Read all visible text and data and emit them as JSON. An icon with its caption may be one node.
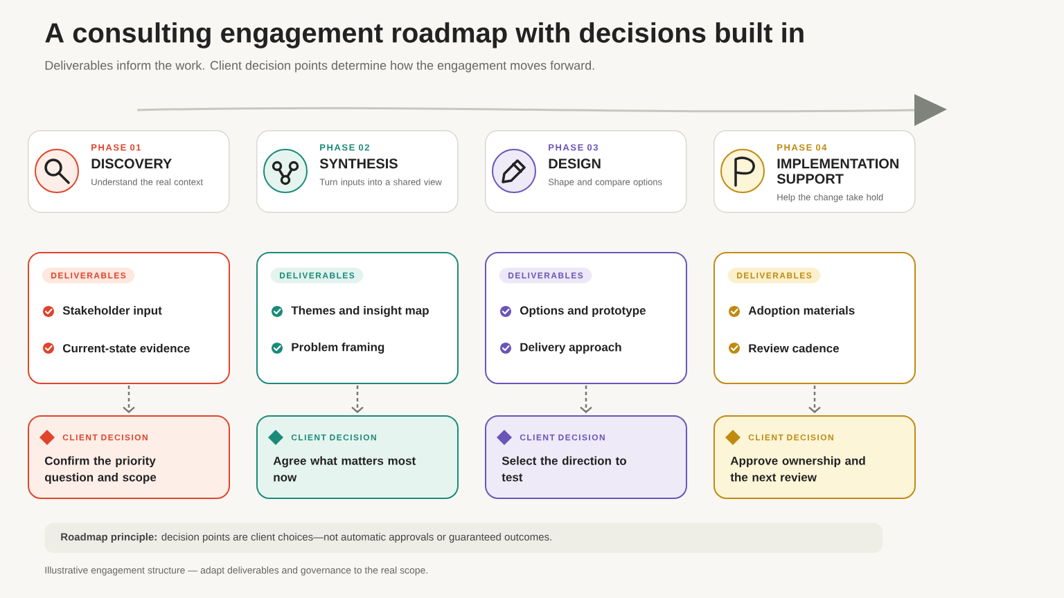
{
  "diagram": {
    "title": "A consulting engagement roadmap with decisions built in",
    "nodes": [
      {
        "text": [
          "PHASE 01",
          "DISCOVERY",
          "Understand the real context"
        ]
      },
      {
        "text": [
          "PHASE 02",
          "SYNTHESIS",
          "Turn inputs into a shared view"
        ]
      },
      {
        "text": [
          "PHASE 03",
          "DESIGN",
          "Shape and compare options"
        ]
      },
      {
        "text": [
          "PHASE 04",
          "IMPLEMENTATION SUPPORT",
          "Help the change take hold"
        ]
      },
      {
        "text": [
          "DELIVERABLES",
          "Stakeholder input",
          "Current-state evidence"
        ]
      },
      {
        "text": [
          "DELIVERABLES",
          "Themes and insight map",
          "Problem framing"
        ]
      },
      {
        "text": [
          "DELIVERABLES",
          "Options and prototype",
          "Delivery approach"
        ]
      },
      {
        "text": [
          "DELIVERABLES",
          "Adoption materials",
          "Review cadence"
        ]
      },
      {
        "text": [
          "CLIENT DECISION",
          "Confirm the priority question and scope"
        ]
      },
      {
        "text": [
          "CLIENT DECISION",
          "Agree what matters most now"
        ]
      },
      {
        "text": [
          "CLIENT DECISION",
          "Select the direction to test"
        ]
      },
      {
        "text": [
          "CLIENT DECISION",
          "Approve ownership and the next review"
        ]
      },
      {
        "text": [
          "**Roadmap principle:** decision points are client choices—not automatic approvals or guaranteed outcomes."
        ]
      }
    ],
    "edges": [
      {
        "from": 4,
        "to": 8,
        "arrow": "to",
        "style": "dashed"
      },
      {
        "from": 5,
        "to": 9,
        "arrow": "to",
        "style": "dashed"
      },
      {
        "from": 6,
        "to": 10,
        "arrow": "to",
        "style": "dashed"
      },
      {
        "from": 7,
        "to": 11,
        "arrow": "to",
        "style": "dashed"
      }
    ],
    "labels": [
      "Deliverables inform the work. Client decision points determine how the engagement moves forward.",
      "Illustrative engagement structure — adapt deliverables and governance to the real scope."
    ]
  }
}
